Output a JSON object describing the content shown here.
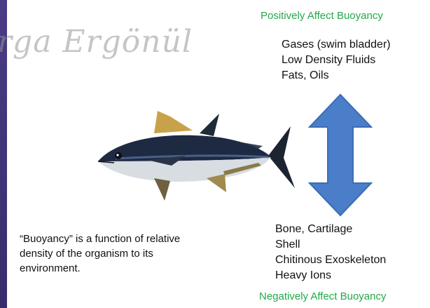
{
  "watermark": "rga Ergönül",
  "positive": {
    "title": "Positively Affect Buoyancy",
    "items": [
      "Gases (swim bladder)",
      "Low Density Fluids",
      "Fats, Oils"
    ]
  },
  "negative": {
    "title": "Negatively Affect Buoyancy",
    "items": [
      "Bone, Cartilage",
      "Shell",
      "Chitinous Exoskeleton",
      "Heavy Ions"
    ]
  },
  "caption": "“Buoyancy” is a function of relative density of the organism to its environment.",
  "colors": {
    "accent_green": "#22a84a",
    "arrow_blue": "#4a7ec9",
    "frame_purple": "#3a2f6b"
  },
  "icons": {
    "fish": "tuna-fish-illustration",
    "arrow": "double-vertical-arrow-icon"
  }
}
